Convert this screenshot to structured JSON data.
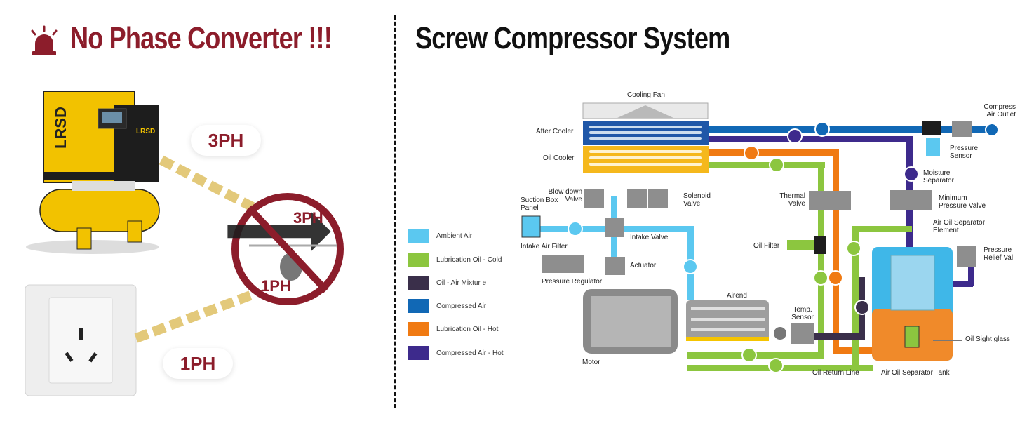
{
  "left": {
    "title": "No Phase Converter !!!",
    "title_color": "#8c1d2b",
    "badge_3ph": "3PH",
    "badge_1ph": "1PH",
    "sign_3ph": "3PH",
    "sign_1ph": "1PH",
    "brand": "LRSD"
  },
  "right": {
    "title": "Screw Compressor System"
  },
  "legend": [
    {
      "label": "Ambient Air",
      "color": "#5bc8f0"
    },
    {
      "label": "Lubrication Oil - Cold",
      "color": "#8cc63f"
    },
    {
      "label": "Oil - Air Mixtur e",
      "color": "#3a2f4a"
    },
    {
      "label": "Compressed Air",
      "color": "#1168b5"
    },
    {
      "label": "Lubrication Oil - Hot",
      "color": "#f07a12"
    },
    {
      "label": "Compressed Air - Hot",
      "color": "#3d2a8c"
    }
  ],
  "components": {
    "cooling_fan": "Cooling Fan",
    "after_cooler": "After Cooler",
    "oil_cooler": "Oil Cooler",
    "blow_down_valve": "Blow down Valve",
    "solenoid_valve": "Solenoid Valve",
    "suction_box_panel": "Suction Box Panel",
    "intake_air_filter": "Intake Air Filter",
    "intake_valve": "Intake Valve",
    "actuator": "Actuator",
    "pressure_regulator": "Pressure Regulator",
    "motor": "Motor",
    "airend": "Airend",
    "temp_sensor": "Temp. Sensor",
    "thermal_valve": "Thermal Valve",
    "oil_filter": "Oil Filter",
    "oil_return_line": "Oil Return Line",
    "air_oil_separator_tank": "Air Oil Separator Tank",
    "air_oil_separator_element": "Air Oil Separator Element",
    "minimum_pressure_valve": "Minimum Pressure Valve",
    "moisture_separator": "Moisture Separator",
    "pressure_sensor": "Pressure Sensor",
    "compress_air_outlet": "Compress Air Outlet",
    "pressure_relief_val": "Pressure Relief Val",
    "oil_sight_glass": "Oil Sight glass"
  }
}
